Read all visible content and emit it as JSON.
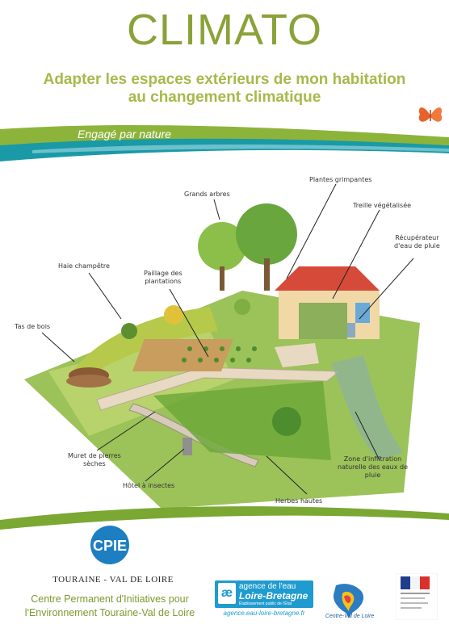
{
  "header": {
    "title": "CLIMATO",
    "subtitle_line1": "Adapter les espaces extérieurs de mon habitation",
    "subtitle_line2": "au changement climatique",
    "banner_text": "Engagé par nature"
  },
  "illustration": {
    "labels": {
      "grands_arbres": "Grands arbres",
      "plantes_grimpantes": "Plantes grimpantes",
      "treille": "Treille végétalisée",
      "recuperateur_1": "Récupérateur",
      "recuperateur_2": "d'eau de pluie",
      "haie": "Haie champêtre",
      "paillage_1": "Paillage des",
      "paillage_2": "plantations",
      "tas_de_bois": "Tas de bois",
      "muret_1": "Muret de pierres",
      "muret_2": "sèches",
      "hotel": "Hôtel à insectes",
      "herbes": "Herbes hautes",
      "zone_1": "Zone d'infiltration",
      "zone_2": "naturelle des eaux de",
      "zone_3": "pluie"
    }
  },
  "footer": {
    "cpie_logo_text": "CPIE",
    "cpie_region": "TOURAINE - VAL DE LOIRE",
    "cpie_name_line1": "Centre Permanent d'Initiatives pour",
    "cpie_name_line2": "l'Environnement Touraine-Val de Loire",
    "agence_line1": "agence de l'eau",
    "agence_line2": "Loire-Bretagne",
    "agence_line3": "Établissement public de l'État",
    "agence_url": "agence.eau-loire-bretagne.fr",
    "centre_text": "Centre-Val de Loire"
  },
  "colors": {
    "title_green": "#8aa23a",
    "subtitle_green": "#a9b84a",
    "banner_teal": "#1a9aa6",
    "banner_green": "#8db43a",
    "butterfly": "#e8622b"
  },
  "icons": [
    "butterfly-icon",
    "cpie-logo",
    "agence-eau-logo",
    "centre-val-de-loire-logo",
    "prefet-logo"
  ]
}
